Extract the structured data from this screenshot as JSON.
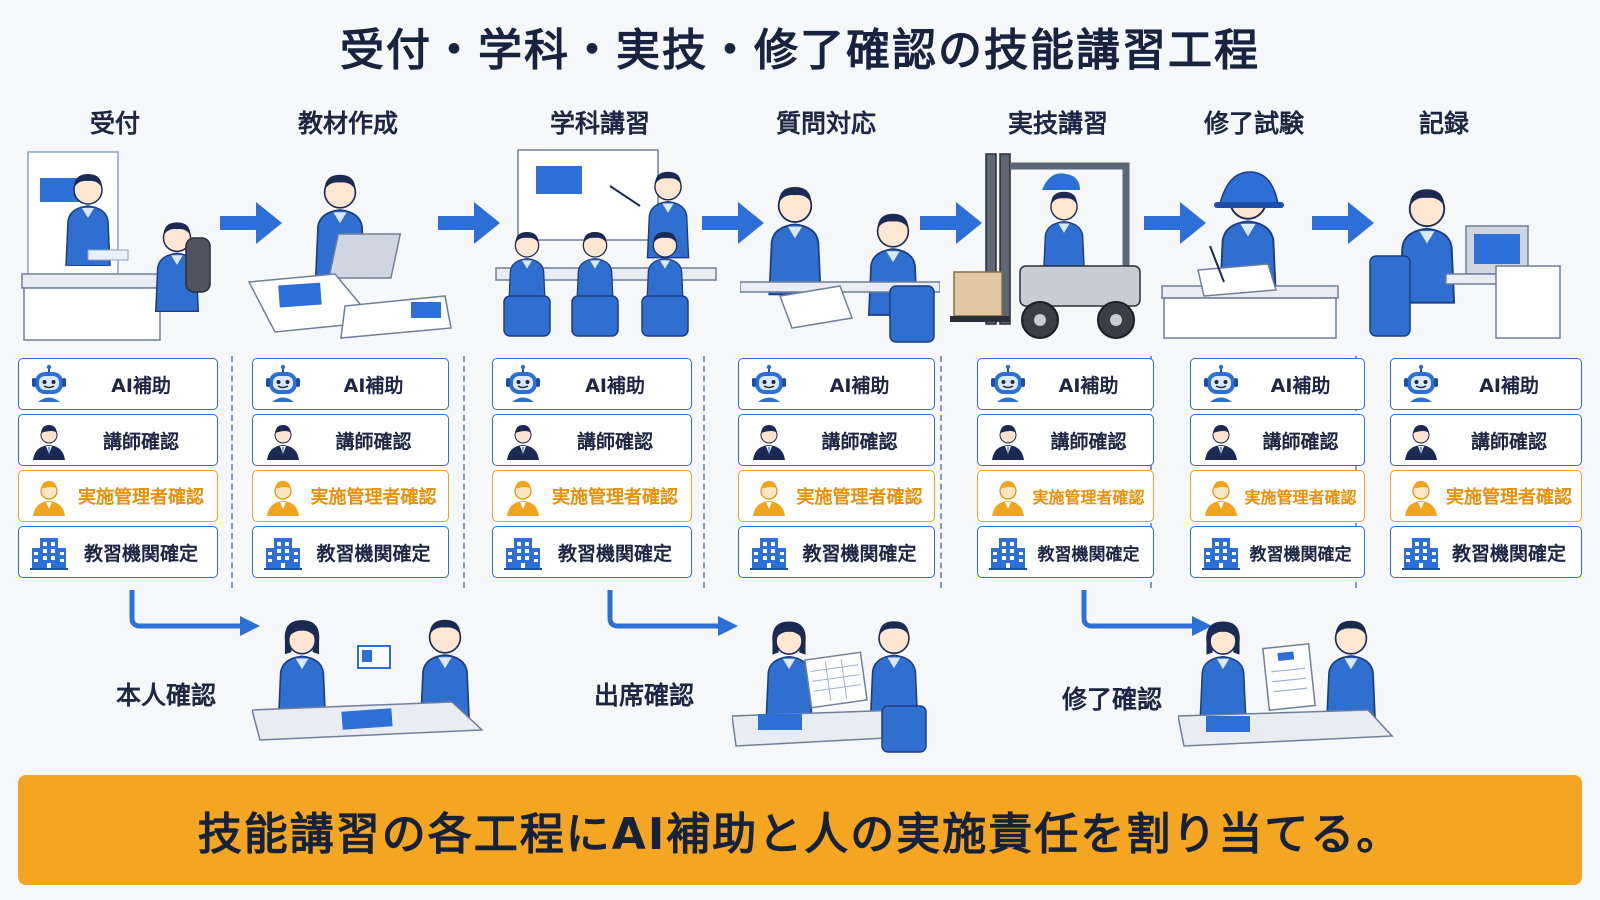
{
  "title": "受付・学科・実技・修了確認の技能講習工程",
  "steps": [
    {
      "label": "受付"
    },
    {
      "label": "教材作成"
    },
    {
      "label": "学科講習"
    },
    {
      "label": "質問対応"
    },
    {
      "label": "実技講習"
    },
    {
      "label": "修了試験"
    },
    {
      "label": "記録"
    }
  ],
  "roles": {
    "ai": "AI補助",
    "instructor": "講師確認",
    "manager": "実施管理者確認",
    "institution": "教習機関確定"
  },
  "sub_checks": [
    {
      "label": "本人確認"
    },
    {
      "label": "出席確認"
    },
    {
      "label": "修了確認"
    }
  ],
  "banner": "技能講習の各工程にAI補助と人の実施責任を割り当てる。",
  "colors": {
    "accent_blue": "#2c6fd6",
    "accent_orange": "#f0a51e",
    "banner": "#f4a521"
  },
  "icons": [
    "robot-icon",
    "instructor-icon",
    "manager-icon",
    "building-icon",
    "arrow-right-icon"
  ]
}
